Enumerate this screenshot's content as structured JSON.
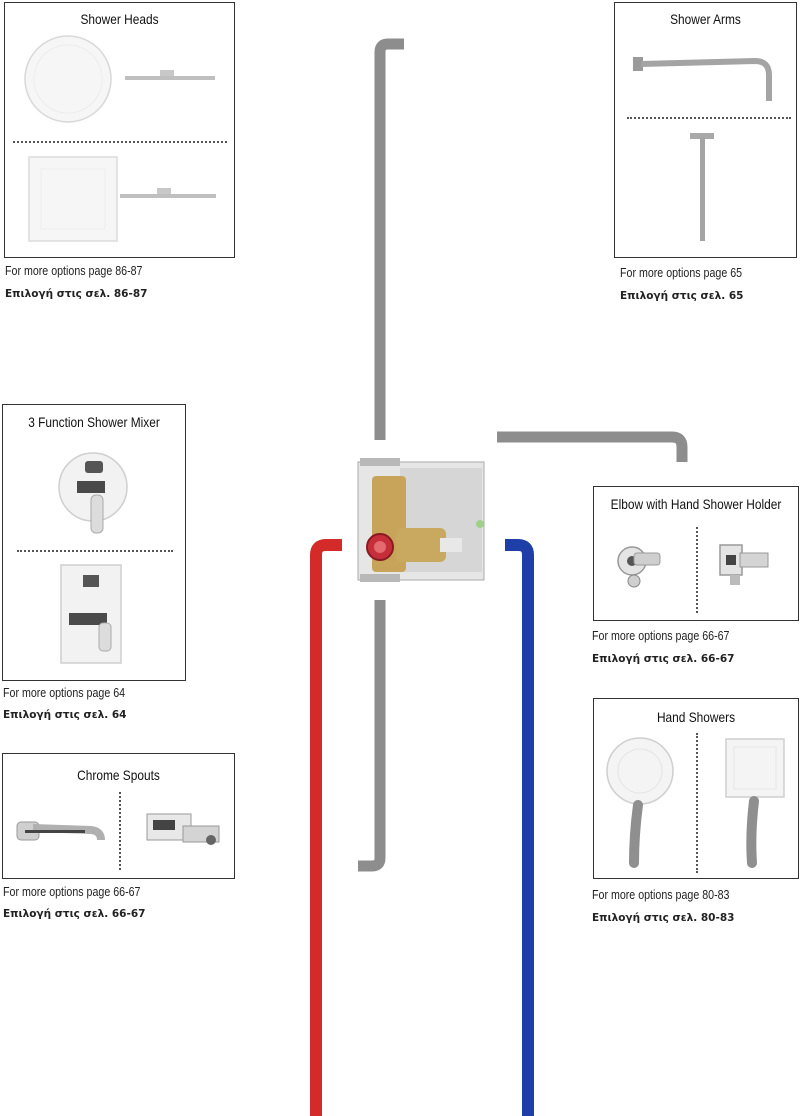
{
  "panels": {
    "shower_heads": {
      "title": "Shower Heads",
      "options_en": "For more options page 86-87",
      "options_gr": "Επιλογή στις σελ. 86-87"
    },
    "shower_arms": {
      "title": "Shower Arms",
      "options_en": "For more options page 65",
      "options_gr": "Επιλογή στις σελ. 65"
    },
    "mixer": {
      "title": "3 Function Shower Mixer",
      "options_en": "For more options page 64",
      "options_gr": "Επιλογή στις σελ. 64"
    },
    "spouts": {
      "title": "Chrome Spouts",
      "options_en": "For more options page 66-67",
      "options_gr": "Επιλογή στις σελ. 66-67"
    },
    "elbow": {
      "title": "Elbow with Hand Shower Holder",
      "options_en": "For more options page 66-67",
      "options_gr": "Επιλογή στις σελ. 66-67"
    },
    "hand_showers": {
      "title": "Hand Showers",
      "options_en": "For more options page 80-83",
      "options_gr": "Επιλογή στις σελ. 80-83"
    }
  },
  "pipes": {
    "hot_color": "#d42a2a",
    "cold_color": "#1e3fa8",
    "grey_color": "#8d8d8d"
  }
}
